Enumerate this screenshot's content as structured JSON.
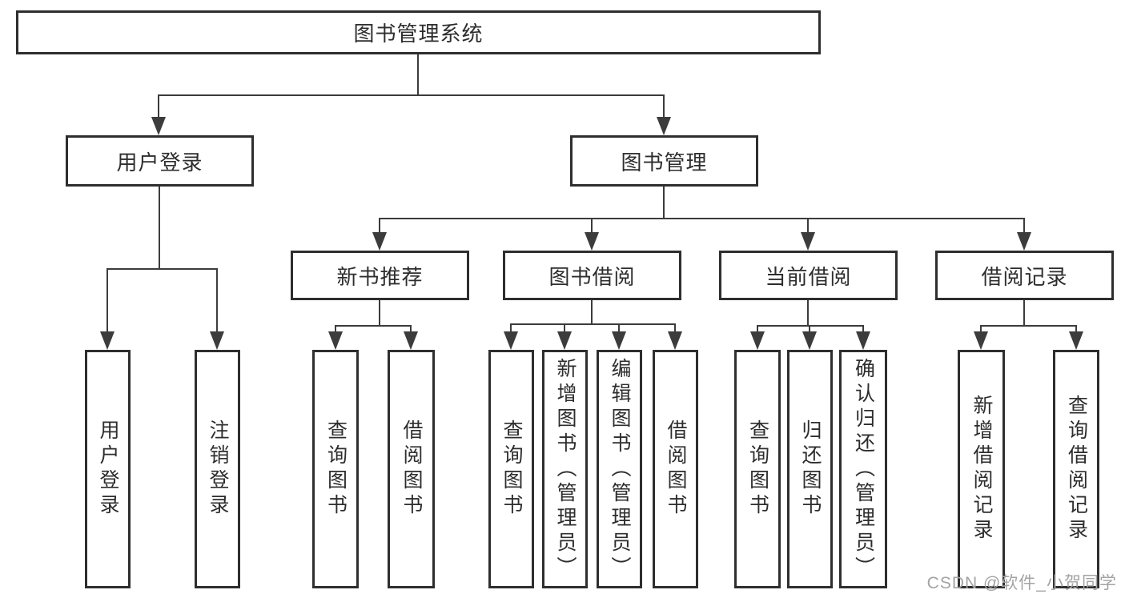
{
  "diagram": {
    "root": {
      "label": "图书管理系统"
    },
    "branches": [
      {
        "label": "用户登录",
        "leaves": [
          {
            "label": "用户登录"
          },
          {
            "label": "注销登录"
          }
        ]
      },
      {
        "label": "图书管理",
        "groups": [
          {
            "label": "新书推荐",
            "leaves": [
              {
                "label": "查询图书"
              },
              {
                "label": "借阅图书"
              }
            ]
          },
          {
            "label": "图书借阅",
            "leaves": [
              {
                "label": "查询图书"
              },
              {
                "label": "新增图书（管理员）"
              },
              {
                "label": "编辑图书（管理员）"
              },
              {
                "label": "借阅图书"
              }
            ]
          },
          {
            "label": "当前借阅",
            "leaves": [
              {
                "label": "查询图书"
              },
              {
                "label": "归还图书"
              },
              {
                "label": "确认归还（管理员）"
              }
            ]
          },
          {
            "label": "借阅记录",
            "leaves": [
              {
                "label": "新增借阅记录"
              },
              {
                "label": "查询借阅记录"
              }
            ]
          }
        ]
      }
    ],
    "line_color": "#3c3c3c",
    "border_color": "#2e2e2e"
  },
  "watermark": {
    "text": "CSDN @软件_小贺同学"
  }
}
